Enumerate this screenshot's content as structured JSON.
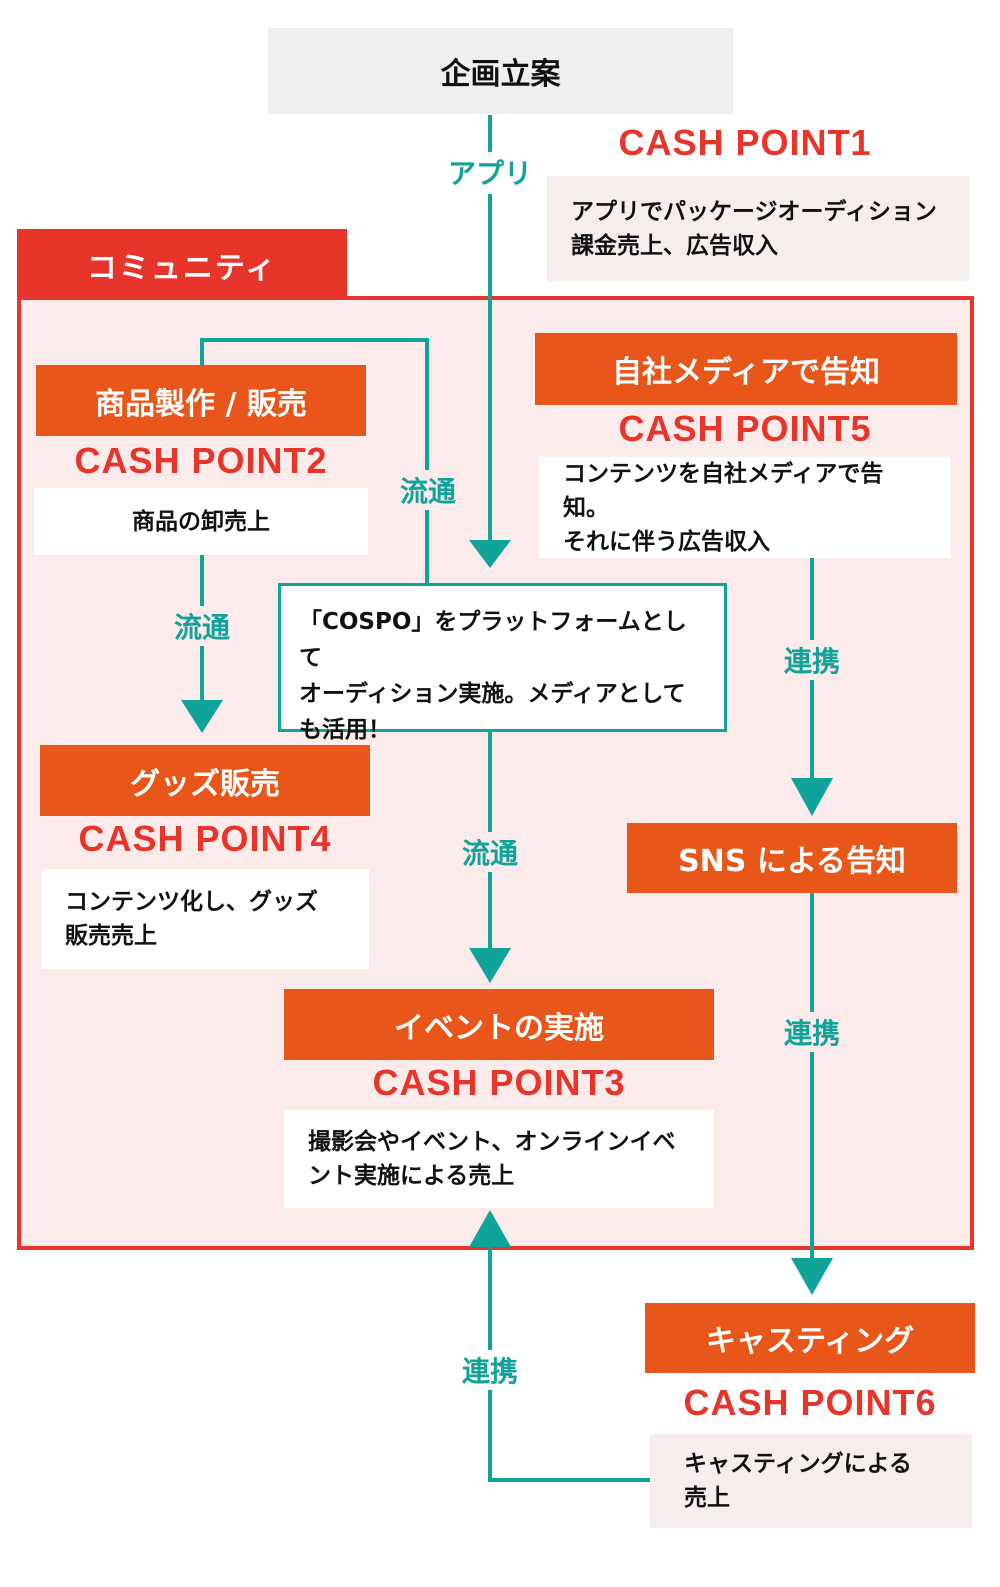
{
  "title_box": {
    "label": "企画立案"
  },
  "community": {
    "label": "コミュニティ"
  },
  "connectors": {
    "app": "アプリ",
    "distribution_top": "流通",
    "distribution_left": "流通",
    "distribution_center": "流通",
    "link_media_sns": "連携",
    "link_sns_casting": "連携",
    "link_casting_event": "連携"
  },
  "cash_point_1": {
    "title": "CASH POINT1",
    "description": "アプリでパッケージオーディション\n課金売上、広告収入"
  },
  "cash_point_2": {
    "heading": "商品製作 / 販売",
    "title": "CASH POINT2",
    "description": "商品の卸売上"
  },
  "cash_point_3": {
    "heading": "イベントの実施",
    "title": "CASH POINT3",
    "description": "撮影会やイベント、オンラインイベ\nント実施による売上"
  },
  "cash_point_4": {
    "heading": "グッズ販売",
    "title": "CASH POINT4",
    "description": "コンテンツ化し、グッズ\n販売売上"
  },
  "cash_point_5": {
    "heading": "自社メディアで告知",
    "title": "CASH POINT5",
    "description": "コンテンツを自社メディアで告知。\nそれに伴う広告収入"
  },
  "sns": {
    "heading": "SNS による告知"
  },
  "cash_point_6": {
    "heading": "キャスティング",
    "title": "CASH POINT6",
    "description": "キャスティングによる\n売上"
  },
  "cospo": {
    "text": "「COSPO」をプラットフォームとして\nオーディション実施。メディアとして\nも活用！"
  },
  "colors": {
    "red": "#e8352b",
    "orange": "#e8561a",
    "teal": "#0fa39a",
    "community_bg": "#fcebeb",
    "gray": "#efefef"
  }
}
